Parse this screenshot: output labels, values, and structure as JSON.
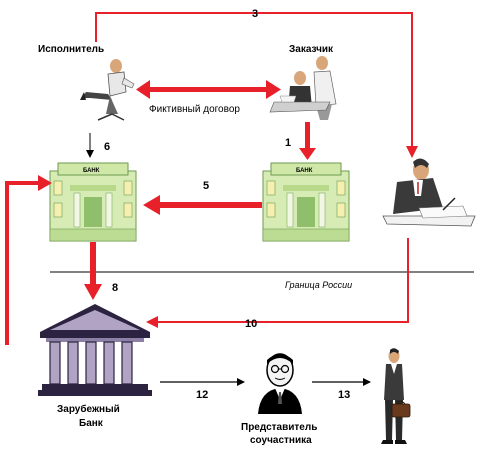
{
  "colors": {
    "accent": "#e8202a",
    "bank": "#cfe8a8",
    "bank_dark": "#8fbf6a",
    "foreign_bank": "#b0a3c4"
  },
  "actors": {
    "contractor": "Исполнитель",
    "customer": "Заказчик",
    "foreign_bank": [
      "Зарубежный",
      "Банк"
    ],
    "representative": [
      "Представитель",
      "соучастника"
    ]
  },
  "labels": {
    "fake_contract": "Фиктивный договор",
    "border": "Граница России",
    "bank_sign": "БАНК"
  },
  "flows": [
    "1",
    "3",
    "5",
    "6",
    "8",
    "10",
    "12",
    "13"
  ],
  "icons": [
    "reclining-man-icon",
    "meeting-people-icon",
    "writing-man-icon",
    "bank-building-icon",
    "foreign-bank-icon",
    "representative-icon",
    "standing-man-icon"
  ]
}
